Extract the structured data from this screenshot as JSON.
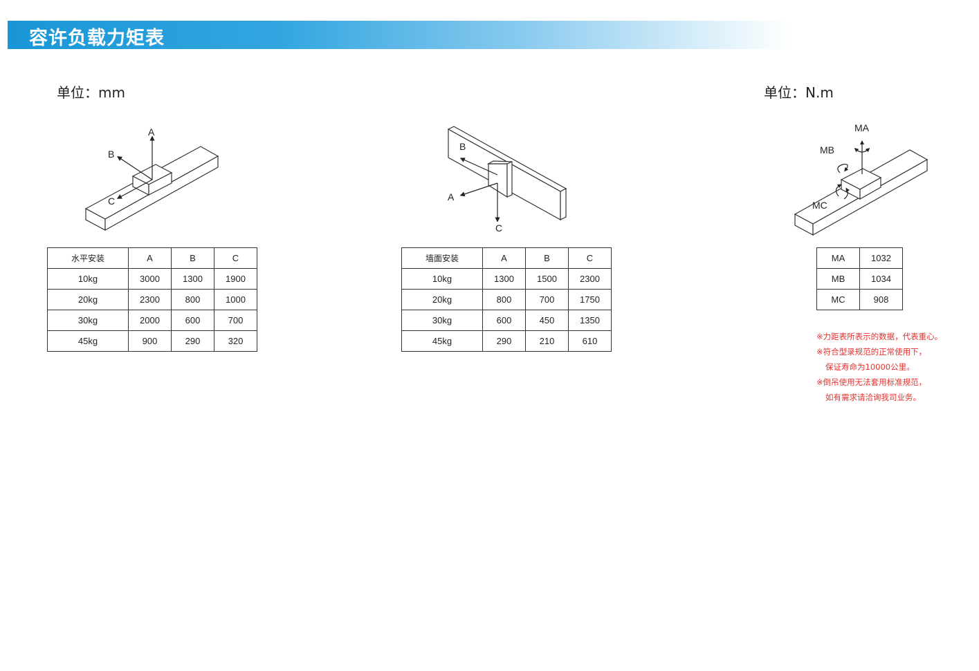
{
  "header": {
    "title": "容许负载力矩表"
  },
  "left": {
    "unit_label": "单位：mm",
    "figure_labels": {
      "a": "A",
      "b": "B",
      "c": "C"
    },
    "table": {
      "headers": [
        "水平安装",
        "A",
        "B",
        "C"
      ],
      "rows": [
        [
          "10kg",
          "3000",
          "1300",
          "1900"
        ],
        [
          "20kg",
          "2300",
          "800",
          "1000"
        ],
        [
          "30kg",
          "2000",
          "600",
          "700"
        ],
        [
          "45kg",
          "900",
          "290",
          "320"
        ]
      ]
    }
  },
  "middle": {
    "figure_labels": {
      "a": "A",
      "b": "B",
      "c": "C"
    },
    "table": {
      "headers": [
        "墙面安装",
        "A",
        "B",
        "C"
      ],
      "rows": [
        [
          "10kg",
          "1300",
          "1500",
          "2300"
        ],
        [
          "20kg",
          "800",
          "700",
          "1750"
        ],
        [
          "30kg",
          "600",
          "450",
          "1350"
        ],
        [
          "45kg",
          "290",
          "210",
          "610"
        ]
      ]
    }
  },
  "right": {
    "unit_label": "单位：N.m",
    "figure_labels": {
      "ma": "MA",
      "mb": "MB",
      "mc": "MC"
    },
    "table": {
      "rows": [
        [
          "MA",
          "1032"
        ],
        [
          "MB",
          "1034"
        ],
        [
          "MC",
          "908"
        ]
      ]
    },
    "notes": [
      "※力距表所表示的数据，代表重心。",
      "※符合型录规范的正常使用下，",
      "保证寿命为10000公里。",
      "※倒吊使用无法套用标准规范，",
      "如有需求请洽询我司业务。"
    ]
  },
  "colors": {
    "banner_start": "#1996d6",
    "banner_end": "#ffffff",
    "note_red": "#e3322f"
  }
}
